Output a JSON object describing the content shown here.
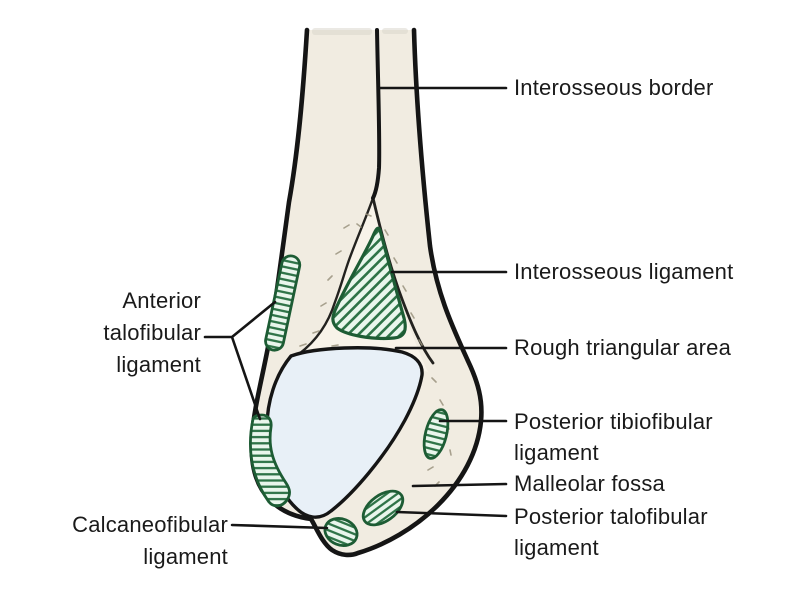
{
  "figure_type": "anatomical diagram of distal end of fibula (lateral malleolus) with ligament attachments",
  "colors": {
    "background": "#ffffff",
    "bone_fill": "#f1ece1",
    "rough_area_fill": "#f8f3e9",
    "facet_fill": "#e8f0f7",
    "green_dark": "#1d5c34",
    "green_fill": "#e9f6ec",
    "green_hatch": "#2e7347",
    "outline": "#151515",
    "leader": "#151515",
    "label_text": "#1a1a1a",
    "stipple": "#9a937e"
  },
  "labels": {
    "interosseous_border": {
      "text": "Interosseous border"
    },
    "interosseous_ligament": {
      "text": "Interosseous ligament"
    },
    "rough_triangular_area": {
      "text": "Rough triangular area"
    },
    "posterior_tibiofibular_ligament": {
      "lines": [
        "Posterior tibiofibular",
        "ligament"
      ]
    },
    "malleolar_fossa": {
      "text": "Malleolar fossa"
    },
    "posterior_talofibular_ligament": {
      "lines": [
        "Posterior talofibular",
        "ligament"
      ]
    },
    "anterior_talofibular_ligament": {
      "lines": [
        "Anterior",
        "talofibular",
        "ligament"
      ]
    },
    "calcaneofibular_ligament": {
      "lines": [
        "Calcaneofibular",
        "ligament"
      ]
    }
  }
}
